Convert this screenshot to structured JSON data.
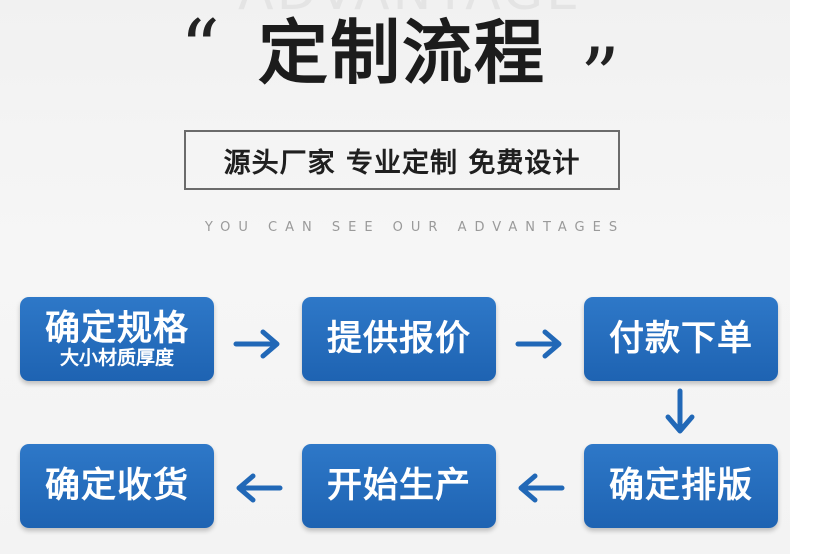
{
  "header": {
    "watermark": "ADVANTAGE",
    "open_quote": "“",
    "title": "定制流程",
    "close_quote": "”",
    "subtitle": "源头厂家 专业定制 免费设计",
    "tagline": "YOU CAN SEE OUR ADVANTAGES"
  },
  "steps": [
    {
      "label": "确定规格",
      "sublabel": "大小材质厚度"
    },
    {
      "label": "提供报价"
    },
    {
      "label": "付款下单"
    },
    {
      "label": "确定排版"
    },
    {
      "label": "开始生产"
    },
    {
      "label": "确定收货"
    }
  ],
  "arrows": [
    {
      "icon": "arrow-right-icon"
    },
    {
      "icon": "arrow-right-icon"
    },
    {
      "icon": "arrow-down-icon"
    },
    {
      "icon": "arrow-left-icon"
    },
    {
      "icon": "arrow-left-icon"
    }
  ],
  "colors": {
    "step_fill": "#2167b6",
    "arrow": "#2168b7",
    "title": "#1c1c1c",
    "tagline": "#9a9a9a"
  }
}
